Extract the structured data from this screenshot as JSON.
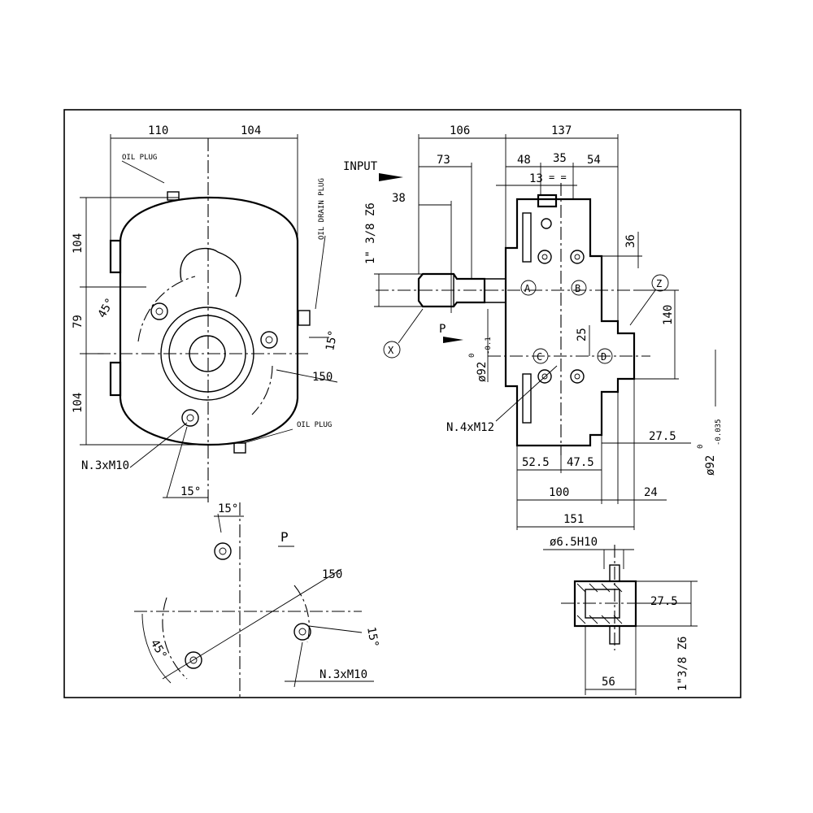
{
  "dims": {
    "left_view": {
      "w110": "110",
      "w104": "104",
      "h104_top": "104",
      "h79": "79",
      "h104_bottom": "104",
      "angle45": "45°",
      "angle15_right": "15°",
      "angle15_bottom": "15°",
      "dia150": "150",
      "thread_m10": "N.3xM10",
      "oil_plug_top": "OIL PLUG",
      "oil_drain_plug": "OIL DRAIN PLUG",
      "oil_plug_bottom": "OIL PLUG"
    },
    "right_view": {
      "input_label": "INPUT",
      "w106": "106",
      "w137": "137",
      "w73": "73",
      "w48": "48",
      "w35": "35",
      "w54": "54",
      "w13": "13",
      "eq": "= =",
      "w38": "38",
      "spline": "1\" 3/8 Z6",
      "h36": "36",
      "h140": "140",
      "h25": "25",
      "dia92_tol_a": "ø92",
      "dia92_tol_a_sup": "0",
      "dia92_tol_a_sub": "-0.1",
      "dia92_tol_b": "ø92",
      "dia92_tol_b_sup": "0",
      "dia92_tol_b_sub": "-0.035",
      "p_arrow": "P",
      "x_marker": "X",
      "z_marker": "Z",
      "mark_a": "A",
      "mark_b": "B",
      "mark_c": "C",
      "mark_d": "D",
      "thread_m12": "N.4xM12",
      "w27_5": "27.5",
      "w52_5": "52.5",
      "w47_5": "47.5",
      "w100": "100",
      "w24": "24",
      "w151": "151"
    },
    "bottom_left": {
      "p_title": "P",
      "angle15_top": "15°",
      "dia150": "150",
      "angle45": "45°",
      "angle15_right": "15°",
      "thread_m10": "N.3xM10"
    },
    "bottom_right": {
      "hole": "ø6.5H10",
      "w27_5": "27.5",
      "spline": "1\"3/8 Z6",
      "w56": "56"
    }
  }
}
